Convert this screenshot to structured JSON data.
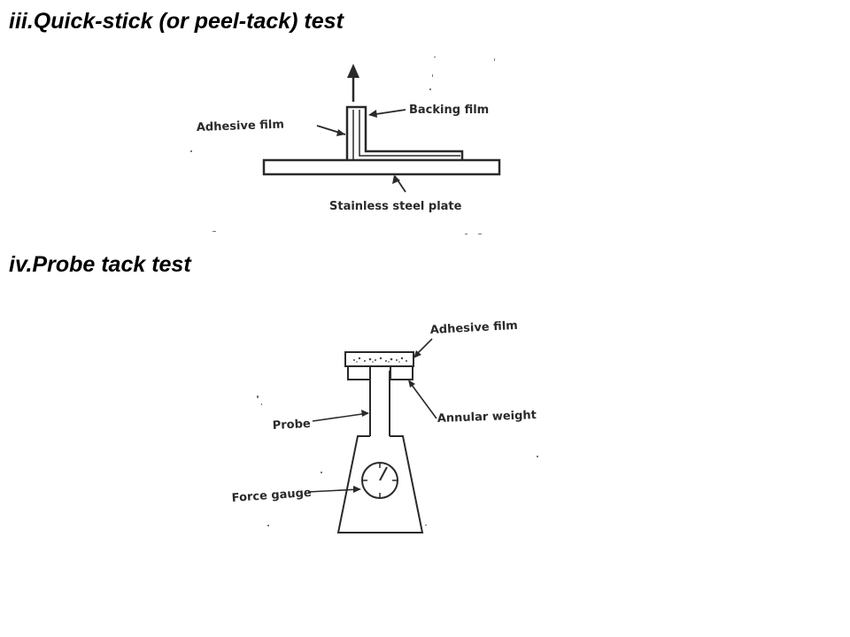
{
  "headings": {
    "quick_stick": "iii.Quick-stick (or peel-tack) test",
    "probe_tack": "iv.Probe tack test"
  },
  "figure_quick_stick": {
    "labels": {
      "adhesive_film": "Adhesive film",
      "backing_film": "Backing film",
      "stainless_steel_plate": "Stainless steel plate"
    }
  },
  "figure_probe_tack": {
    "labels": {
      "adhesive_film": "Adhesive film",
      "annular_weight": "Annular weight",
      "probe": "Probe",
      "force_gauge": "Force gauge"
    }
  },
  "colors": {
    "ink": "#2a2a2a",
    "background": "#ffffff"
  }
}
